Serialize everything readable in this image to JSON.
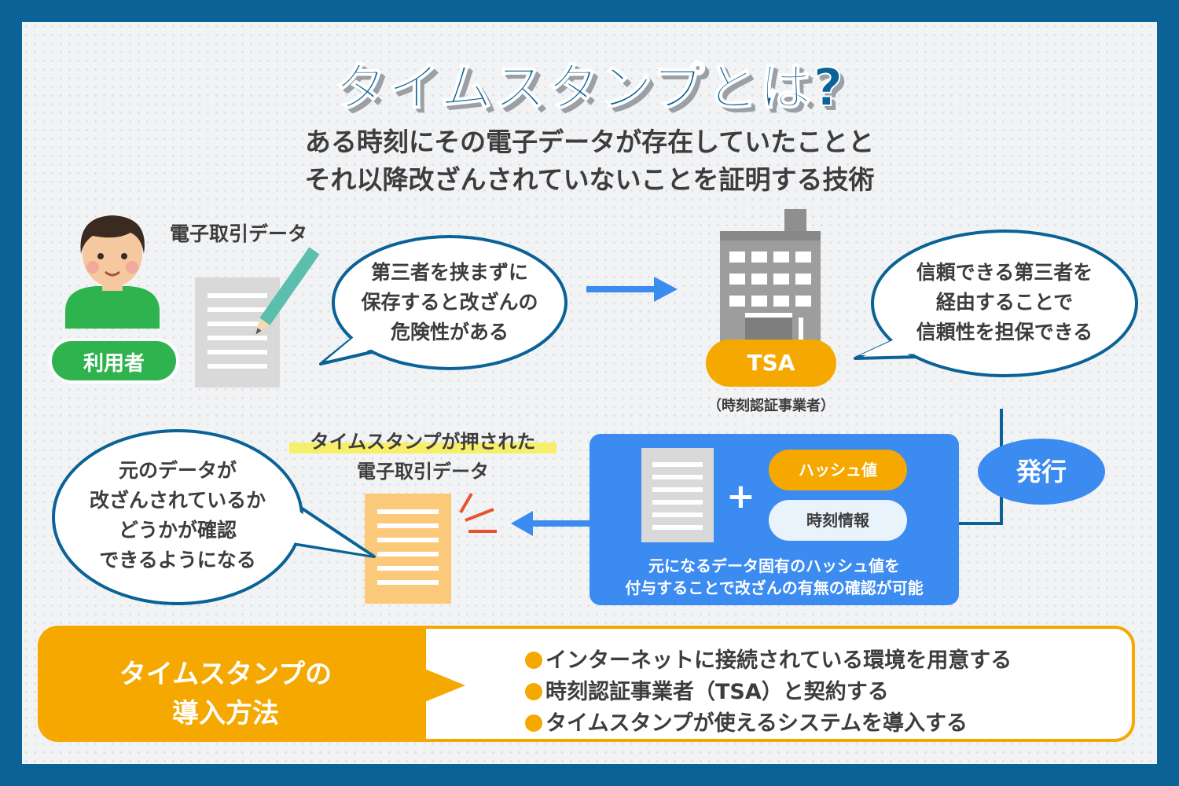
{
  "title": "タイムスタンプとは?",
  "subtitle": {
    "line1": "ある時刻にその電子データが存在していたことと",
    "line2": "それ以降改ざんされていないことを証明する技術"
  },
  "user": {
    "label": "利用者"
  },
  "document": {
    "label": "電子取引データ"
  },
  "bubble_risk": {
    "line1": "第三者を挟まずに",
    "line2": "保存すると改ざんの",
    "line3": "危険性がある"
  },
  "tsa": {
    "label": "TSA",
    "caption": "（時刻認証事業者）"
  },
  "bubble_trust": {
    "line1": "信頼できる第三者を",
    "line2": "経由することで",
    "line3": "信頼性を担保できる"
  },
  "issue": {
    "label": "発行"
  },
  "process_box": {
    "hash_label": "ハッシュ値",
    "time_label": "時刻情報",
    "plus": "+",
    "note_line1": "元になるデータ固有のハッシュ値を",
    "note_line2": "付与することで改ざんの有無の確認が可能"
  },
  "stamped_doc": {
    "label_line1": "タイムスタンプが押された",
    "label_line2": "電子取引データ"
  },
  "bubble_verify": {
    "line1": "元のデータが",
    "line2": "改ざんされているか",
    "line3": "どうかが確認",
    "line4": "できるようになる"
  },
  "method": {
    "title_line1": "タイムスタンプの",
    "title_line2": "導入方法",
    "items": [
      "インターネットに接続されている環境を用意する",
      "時刻認証事業者（TSA）と契約する",
      "タイムスタンプが使えるシステムを導入する"
    ]
  },
  "colors": {
    "brand_blue": "#0a6296",
    "accent_orange": "#f5a800",
    "process_blue": "#3b8bf0",
    "user_green": "#2fb34f"
  }
}
